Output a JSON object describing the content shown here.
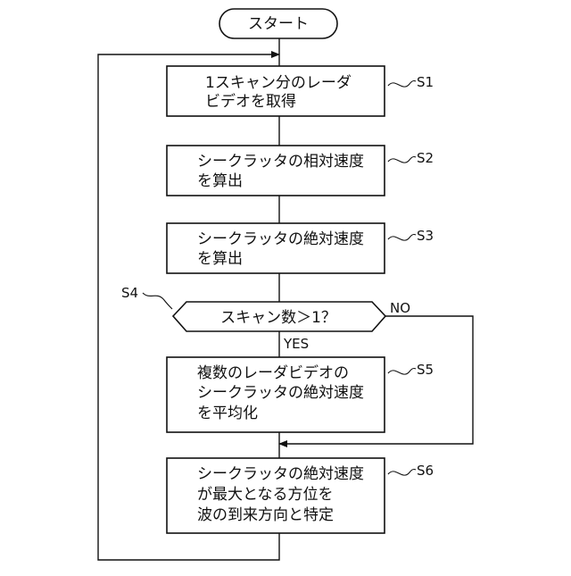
{
  "start": "スタート",
  "steps": {
    "s1": {
      "id": "S1",
      "lines": [
        "1スキャン分のレーダ",
        "ビデオを取得"
      ]
    },
    "s2": {
      "id": "S2",
      "lines": [
        "シークラッタの相対速度",
        "を算出"
      ]
    },
    "s3": {
      "id": "S3",
      "lines": [
        "シークラッタの絶対速度",
        "を算出"
      ]
    },
    "s4": {
      "id": "S4",
      "question": "スキャン数＞1？",
      "yes": "YES",
      "no": "NO"
    },
    "s5": {
      "id": "S5",
      "lines": [
        "複数のレーダビデオの",
        "シークラッタの絶対速度",
        "を平均化"
      ]
    },
    "s6": {
      "id": "S6",
      "lines": [
        "シークラッタの絶対速度",
        "が最大となる方位を",
        "波の到来方向と特定"
      ]
    }
  }
}
